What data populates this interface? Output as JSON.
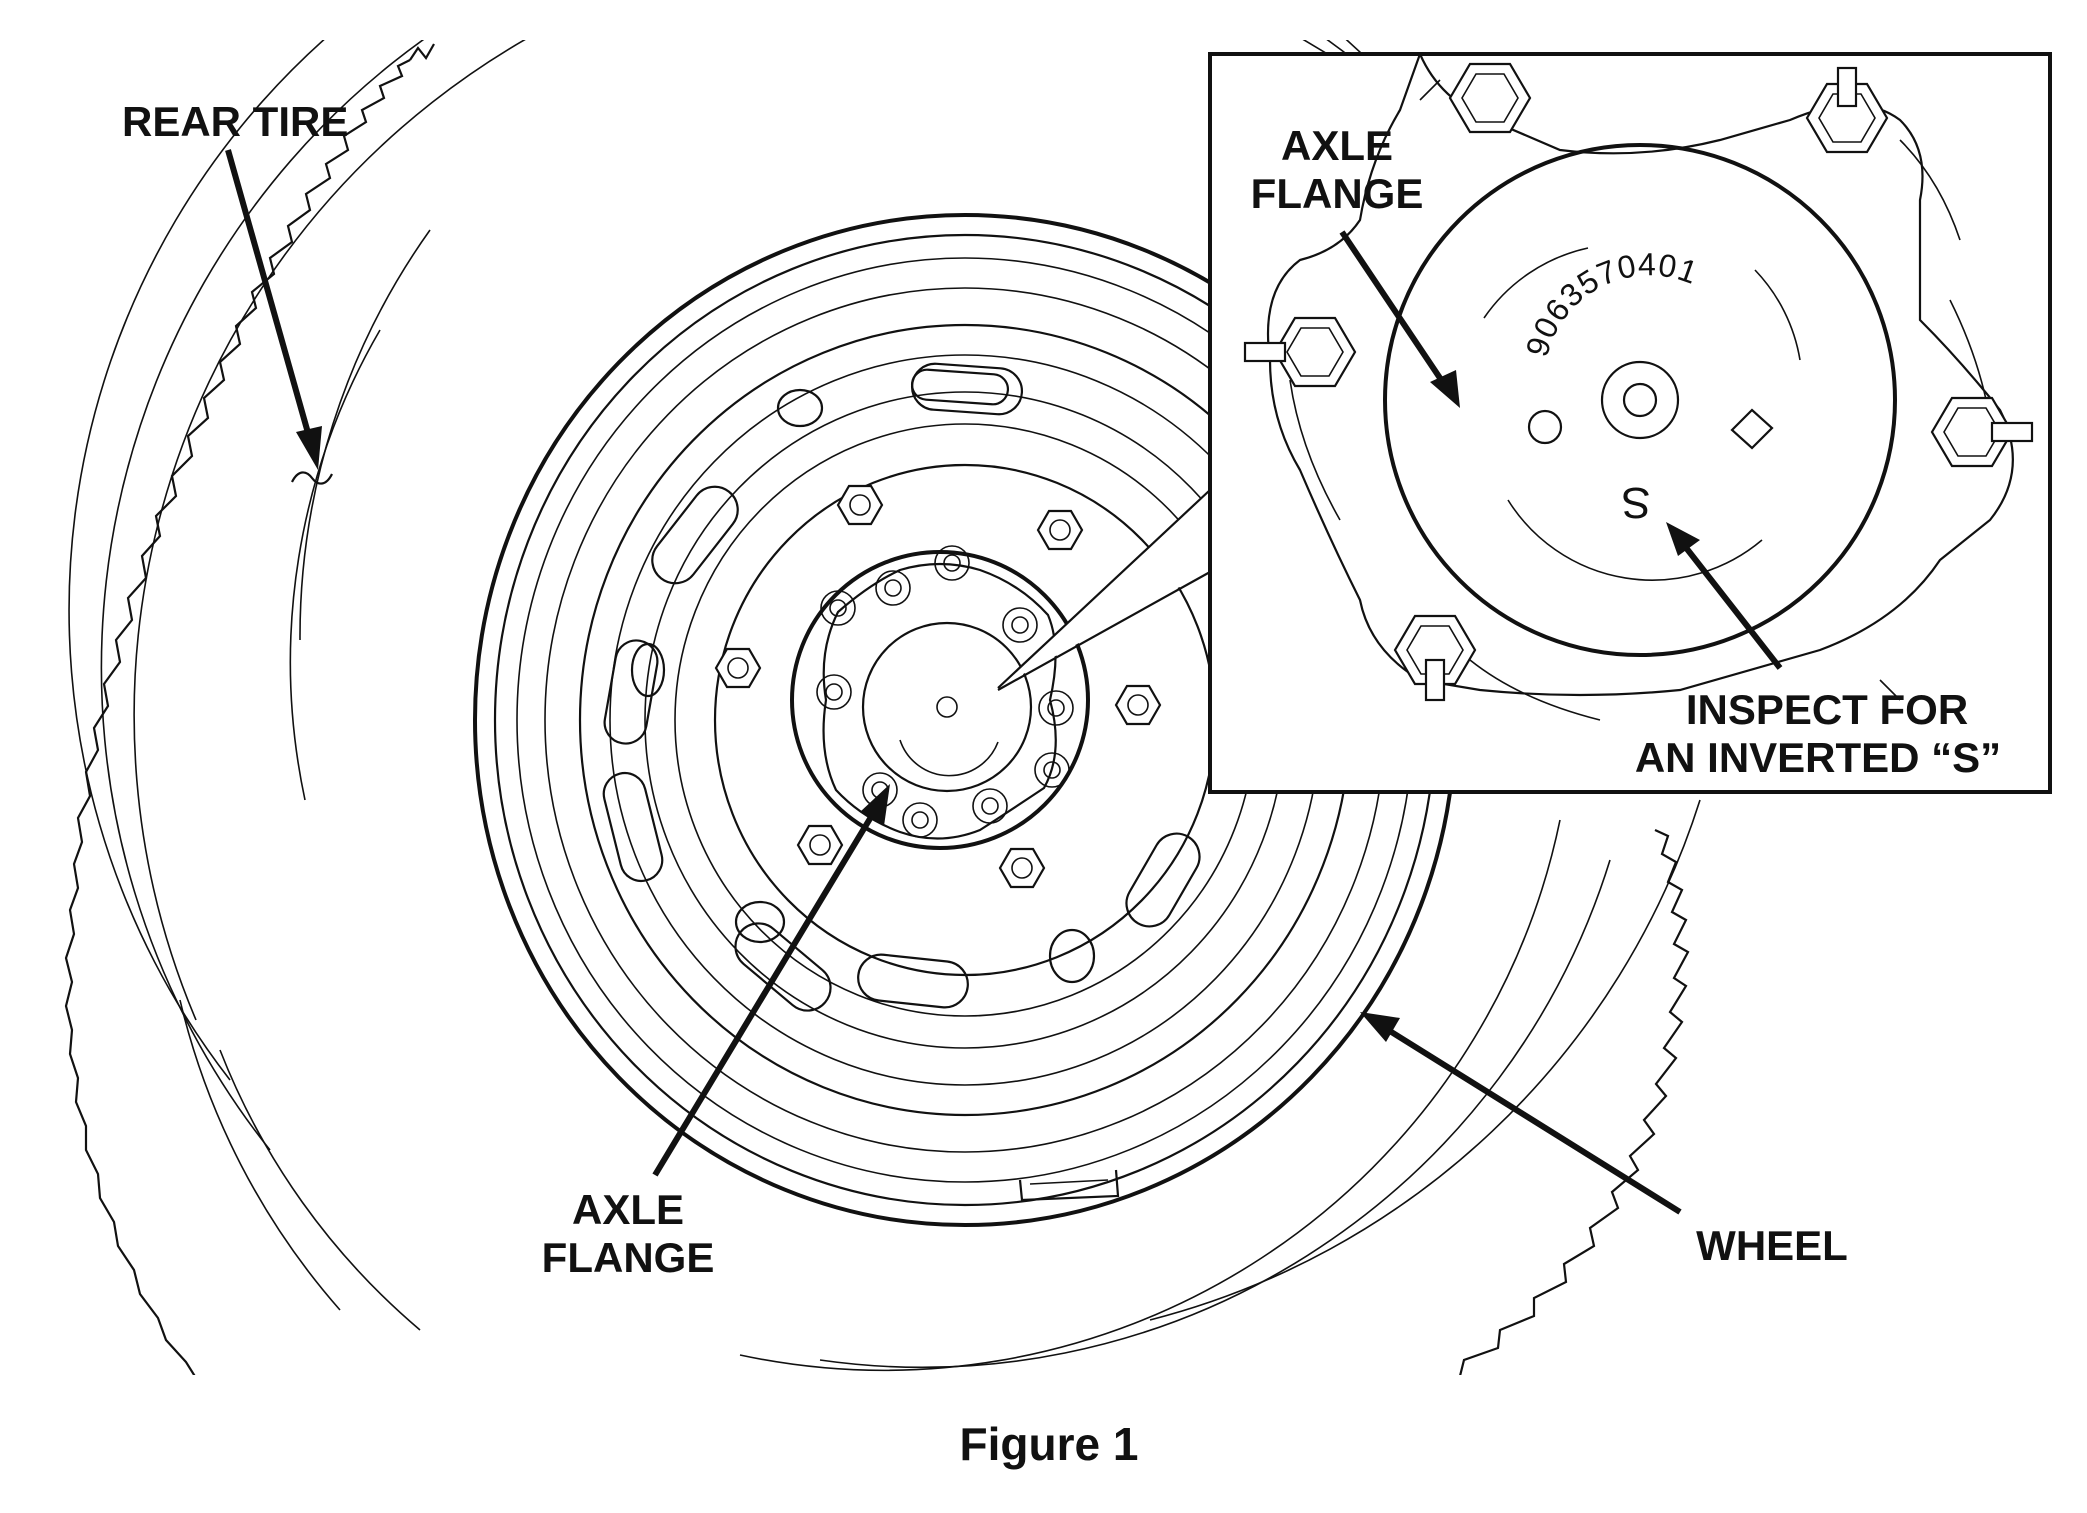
{
  "figure": {
    "caption": "Figure 1"
  },
  "labels": {
    "rear_tire": "REAR TIRE",
    "axle_flange_main_line1": "AXLE",
    "axle_flange_main_line2": "FLANGE",
    "wheel": "WHEEL"
  },
  "inset": {
    "axle_flange_line1": "AXLE",
    "axle_flange_line2": "FLANGE",
    "part_number": "9063570401",
    "inspect_line1": "INSPECT FOR",
    "inspect_line2": "AN INVERTED “S”",
    "stamp_glyph": "S"
  },
  "colors": {
    "ink": "#111111",
    "background": "#ffffff"
  }
}
